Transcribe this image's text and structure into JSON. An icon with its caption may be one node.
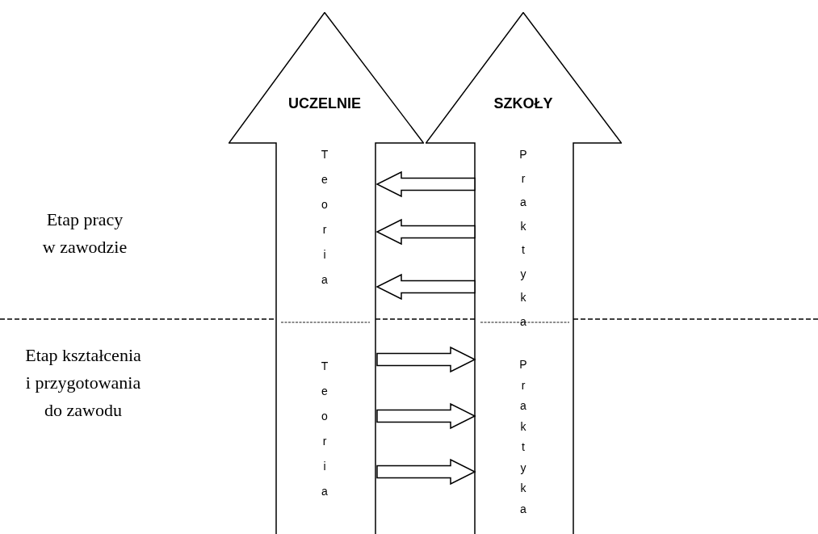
{
  "diagram": {
    "nodes": [
      {
        "text": [
          "UCZELNIE",
          "Teoria",
          "Teoria"
        ]
      },
      {
        "text": [
          "SZKOŁY",
          "Praktyka",
          "Praktyka"
        ]
      }
    ],
    "edges": [
      {
        "from": 1,
        "to": 0,
        "arrow": "to"
      },
      {
        "from": 1,
        "to": 0,
        "arrow": "to"
      },
      {
        "from": 1,
        "to": 0,
        "arrow": "to"
      },
      {
        "from": 0,
        "to": 1,
        "arrow": "to"
      },
      {
        "from": 0,
        "to": 1,
        "arrow": "to"
      },
      {
        "from": 0,
        "to": 1,
        "arrow": "to"
      }
    ],
    "labels": [
      "Etap pracy w zawodzie",
      "Etap kształcenia i przygotowania do zawodu"
    ]
  }
}
